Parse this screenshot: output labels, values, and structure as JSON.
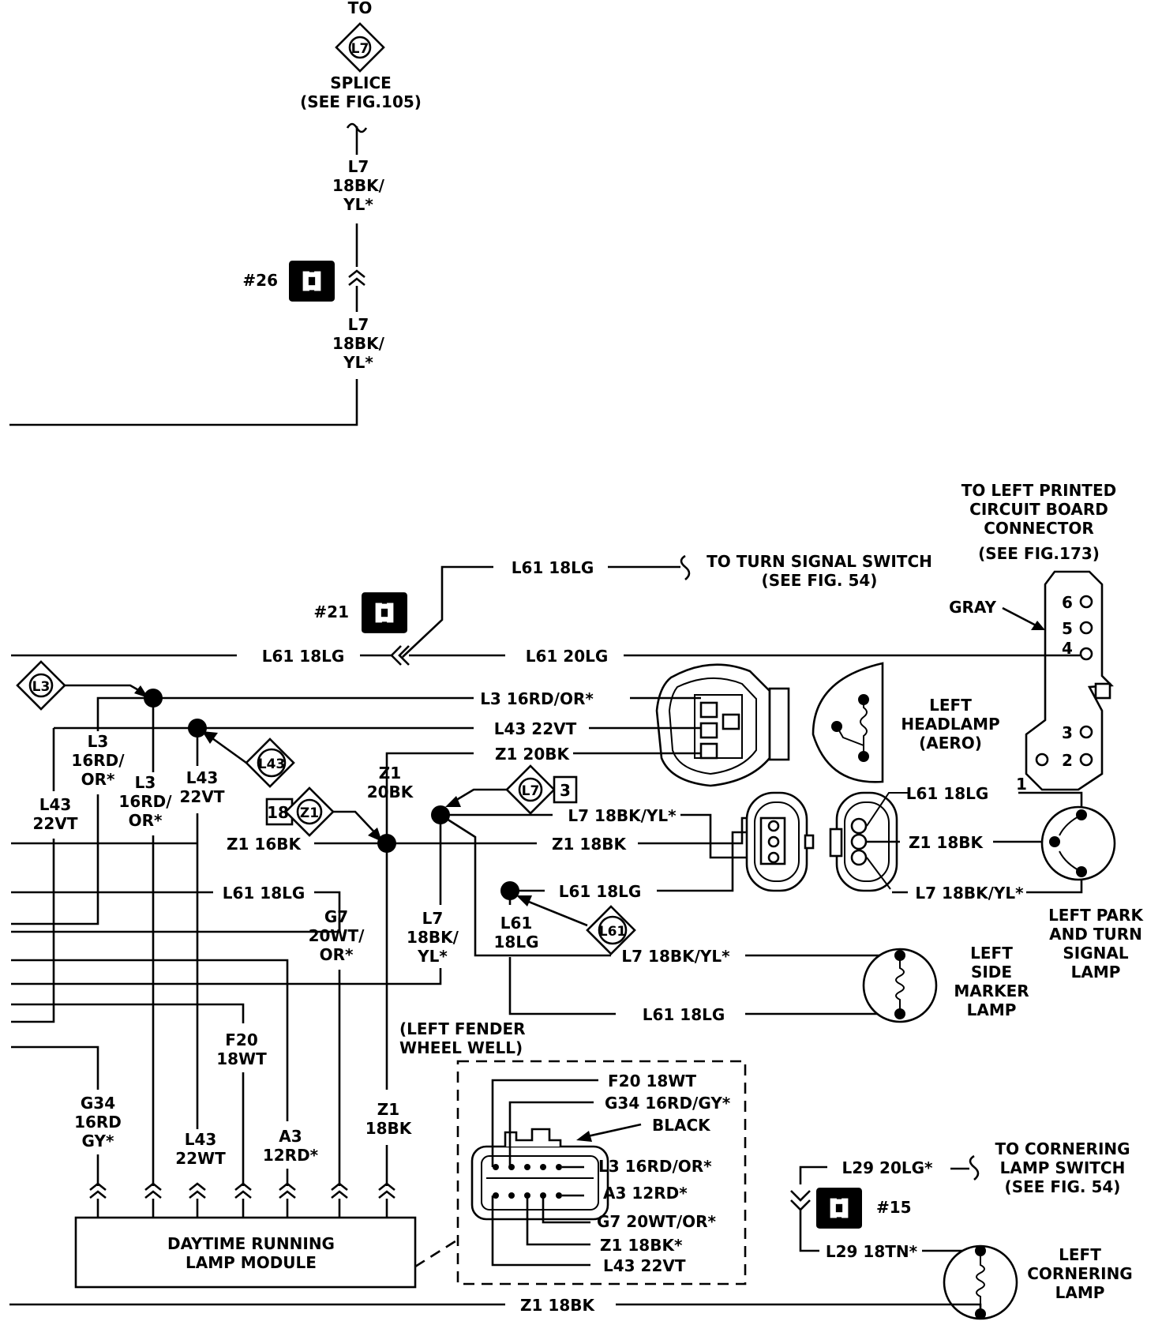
{
  "top": {
    "to": "TO",
    "splice_badge": "L7",
    "splice": "SPLICE",
    "see_fig": "(SEE FIG.105)",
    "wire_upper": [
      "L7",
      "18BK/",
      "YL*"
    ],
    "connector_26": "#26",
    "wire_lower": [
      "L7",
      "18BK/",
      "YL*"
    ]
  },
  "pcb": {
    "title": [
      "TO LEFT PRINTED",
      "CIRCUIT BOARD",
      "CONNECTOR"
    ],
    "see_fig": "(SEE FIG.173)",
    "gray": "GRAY",
    "pins": [
      "6",
      "5",
      "4",
      "3",
      "2",
      "1"
    ]
  },
  "turn_signal": {
    "wire": "L61 18LG",
    "label": "TO TURN SIGNAL SWITCH",
    "see_fig": "(SEE FIG. 54)"
  },
  "connector_21": "#21",
  "wires": {
    "l61_18lg_left": "L61 18LG",
    "l61_20lg": "L61 20LG",
    "l3_16rd_or": "L3 16RD/OR*",
    "l43_22vt": "L43 22VT",
    "z1_20bk": "Z1 20BK",
    "l7_18bk_yl_a": "L7 18BK/YL*",
    "z1_16bk": "Z1 16BK",
    "z1_18bk_mid": "Z1 18BK",
    "l61_18lg_mid": "L61 18LG",
    "l61_18lg_b": "L61 18LG",
    "z1_18bk_park": "Z1 18BK",
    "l7_18bk_yl_park": "L7 18BK/YL*",
    "l7_18bk_yl_side": "L7 18BK/YL*",
    "l61_18lg_side": "L61 18LG",
    "l61_18lg_park_top": "L61 18LG",
    "z1_18bk_bottom": "Z1 18BK"
  },
  "badges": {
    "l3": "L3",
    "l43": "L43",
    "z1": "Z1",
    "z1_box": "18",
    "l7": "L7",
    "l7_box": "3",
    "l61": "L61"
  },
  "vert_labels": {
    "l3_a": [
      "L3",
      "16RD/",
      "OR*"
    ],
    "l43_left": [
      "L43",
      "22VT"
    ],
    "l3_b": [
      "L3",
      "16RD/",
      "OR*"
    ],
    "l43_b": [
      "L43",
      "22VT"
    ],
    "z1_20bk": [
      "Z1",
      "20BK"
    ],
    "g7": [
      "G7",
      "20WT/",
      "OR*"
    ],
    "l7": [
      "L7",
      "18BK/",
      "YL*"
    ],
    "l61": [
      "L61",
      "18LG"
    ],
    "f20": [
      "F20",
      "18WT"
    ],
    "g34": [
      "G34",
      "16RD",
      "GY*"
    ],
    "l43_c": [
      "L43",
      "22WT"
    ],
    "a3": [
      "A3",
      "12RD*"
    ],
    "z1_18bk": [
      "Z1",
      "18BK"
    ]
  },
  "headlamp": [
    "LEFT",
    "HEADLAMP",
    "(AERO)"
  ],
  "park_lamp": [
    "LEFT PARK",
    "AND TURN",
    "SIGNAL",
    "LAMP"
  ],
  "side_marker": [
    "LEFT",
    "SIDE",
    "MARKER",
    "LAMP"
  ],
  "fender": [
    "(LEFT FENDER",
    "WHEEL WELL)"
  ],
  "drl_connector": {
    "f20": "F20 18WT",
    "g34": "G34 16RD/GY*",
    "black": "BLACK",
    "l3": "L3 16RD/OR*",
    "a3": "A3 12RD*",
    "g7": "G7 20WT/OR*",
    "z1": "Z1 18BK*",
    "l43": "L43 22VT"
  },
  "drl_module": [
    "DAYTIME RUNNING",
    "LAMP MODULE"
  ],
  "cornering": {
    "l29_20lg": "L29 20LG*",
    "to_switch": [
      "TO CORNERING",
      "LAMP SWITCH",
      "(SEE FIG. 54)"
    ],
    "connector_15": "#15",
    "l29_18tn": "L29 18TN*",
    "lamp": [
      "LEFT",
      "CORNERING",
      "LAMP"
    ]
  }
}
